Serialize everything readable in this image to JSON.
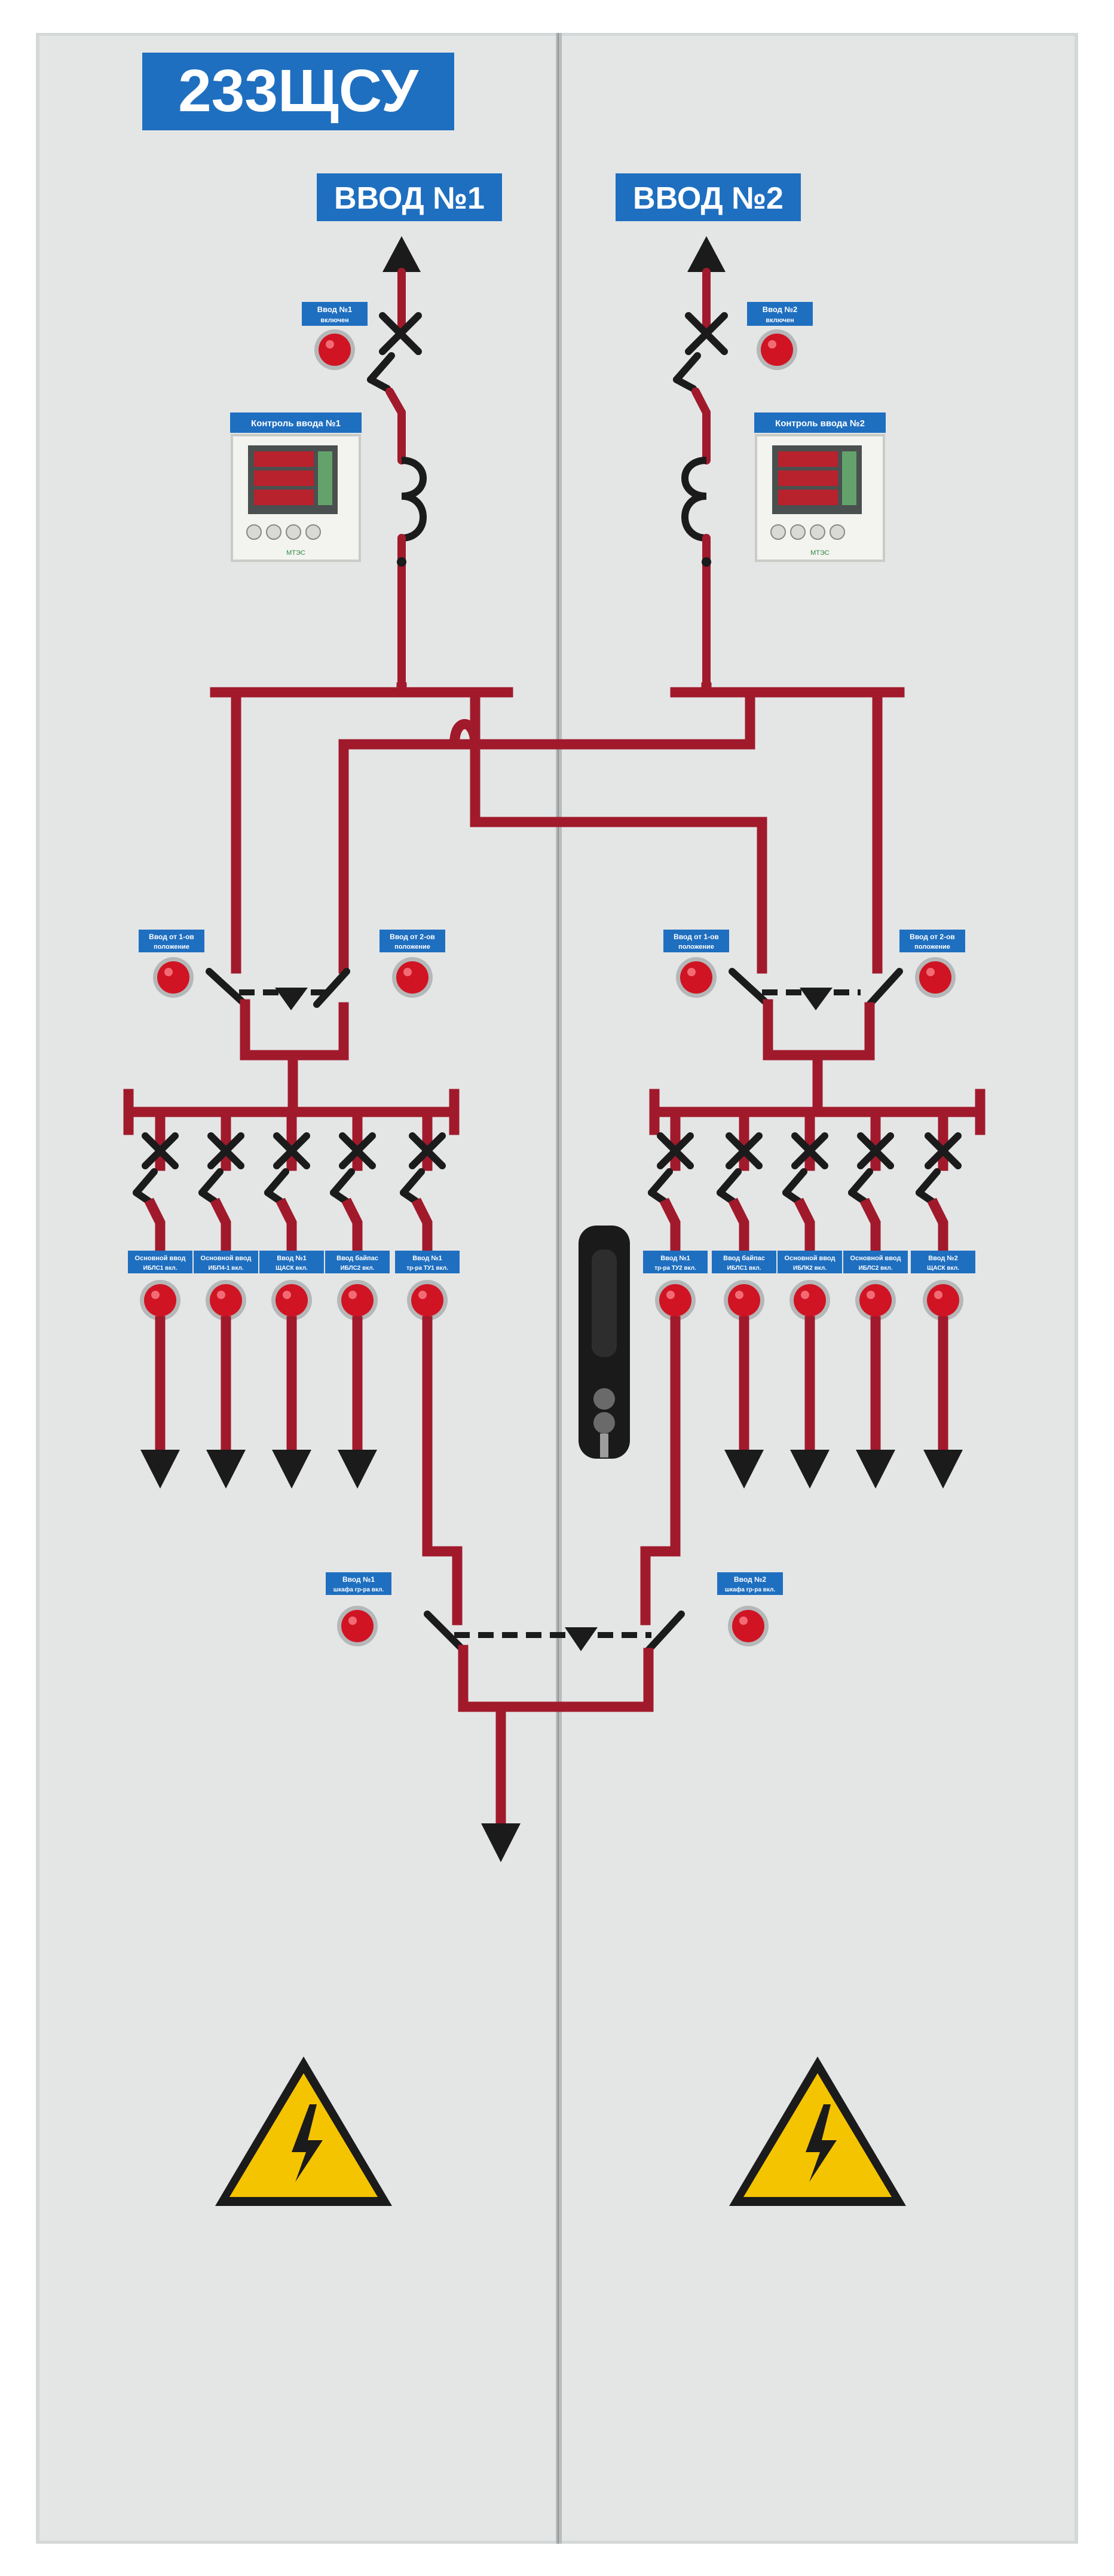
{
  "panel": {
    "cabinet_label": "233ЩСУ",
    "colors": {
      "door": "#e4e6e6",
      "wire": "#a11a2c",
      "tag": "#1f6fc0",
      "lamp": "#d01423",
      "warning": "#f5c400"
    }
  },
  "inputs": {
    "left_title": "ВВОД №1",
    "right_title": "ВВОД №2",
    "left_lamp_label": [
      "Ввод №1",
      "включен"
    ],
    "right_lamp_label": [
      "Ввод №2",
      "включен"
    ],
    "left_meter_label": "Контроль ввода №1",
    "right_meter_label": "Контроль ввода №2"
  },
  "transfer_switches": {
    "left_in_1": [
      "Ввод от 1-ов",
      "положение"
    ],
    "left_in_2": [
      "Ввод от 2-ов",
      "положение"
    ],
    "right_in_1": [
      "Ввод от 1-ов",
      "положение"
    ],
    "right_in_2": [
      "Ввод от 2-ов",
      "положение"
    ],
    "bottom_in_1": [
      "Ввод №1",
      "шкафа гр-ра вкл."
    ],
    "bottom_in_2": [
      "Ввод №2",
      "шкафа гр-ра вкл."
    ]
  },
  "feeders": {
    "left": [
      [
        "Основной ввод",
        "ИБЛС1 вкл."
      ],
      [
        "Основной ввод",
        "ИБП4-1 вкл."
      ],
      [
        "Ввод №1",
        "ЩАСК вкл."
      ],
      [
        "Ввод байпас",
        "ИБЛС2 вкл."
      ],
      [
        "Ввод №1",
        "тр-ра ТУ1 вкл."
      ]
    ],
    "right": [
      [
        "Ввод №1",
        "тр-ра ТУ2 вкл."
      ],
      [
        "Ввод байпас",
        "ИБЛС1 вкл."
      ],
      [
        "Основной ввод",
        "ИБЛК2 вкл."
      ],
      [
        "Основной ввод",
        "ИБЛС2 вкл."
      ],
      [
        "Ввод №2",
        "ЩАСК вкл."
      ]
    ]
  },
  "meter": {
    "brand": "МТЭС"
  },
  "icons": {
    "warning": "high-voltage-warning-icon",
    "handle": "door-handle-icon",
    "lamp": "indicator-lamp-icon",
    "breaker": "circuit-breaker-icon",
    "arrow": "arrow-icon"
  }
}
